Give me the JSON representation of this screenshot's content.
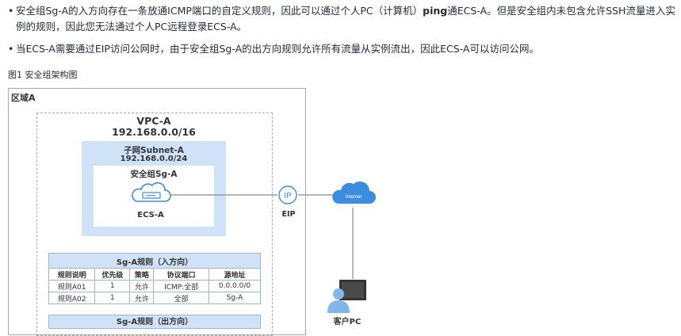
{
  "bullets": [
    {
      "dot": "•",
      "pre": "安全组Sg-A的入方向存在一条放通ICMP端口的自定义规则，因此可以通过个人PC（计算机）",
      "bold": "ping",
      "post": "通ECS-A。但是安全组内未包含允许SSH流量进入实例的规则，因此您无法通过个人PC远程登录ECS-A。"
    },
    {
      "dot": "•",
      "text": "当ECS-A需要通过EIP访问公网时，由于安全组Sg-A的出方向规则允许所有流量从实例流出，因此ECS-A可以访问公网。"
    }
  ],
  "figure_caption": "图1 安全组架构图",
  "diagram": {
    "region_label": "区域A",
    "vpc_title": "VPC-A",
    "vpc_cidr": "192.168.0.0/16",
    "subnet_title": "子网Subnet-A",
    "subnet_cidr": "192.168.0.0/24",
    "sg_title": "安全组Sg-A",
    "ecs_label": "ECS-A",
    "eip_glyph": "IP",
    "eip_label": "EIP",
    "internet_label": "Internet",
    "pc_label": "客户PC",
    "inbound_caption": "Sg-A规则（入方向）",
    "columns": [
      "规则说明",
      "优先级",
      "策略",
      "协议端口",
      "源地址"
    ],
    "rows": [
      [
        "规则A01",
        "1",
        "允许",
        "ICMP:全部",
        "0.0.0.0/0"
      ],
      [
        "规则A02",
        "1",
        "允许",
        "全部",
        "Sg-A"
      ]
    ],
    "outbound_caption": "Sg-A规则（出方向）"
  },
  "colors": {
    "accent_blue": "#3b8de0",
    "box_fill": "#cfe2f7",
    "line_gray": "#8a8a8a"
  }
}
